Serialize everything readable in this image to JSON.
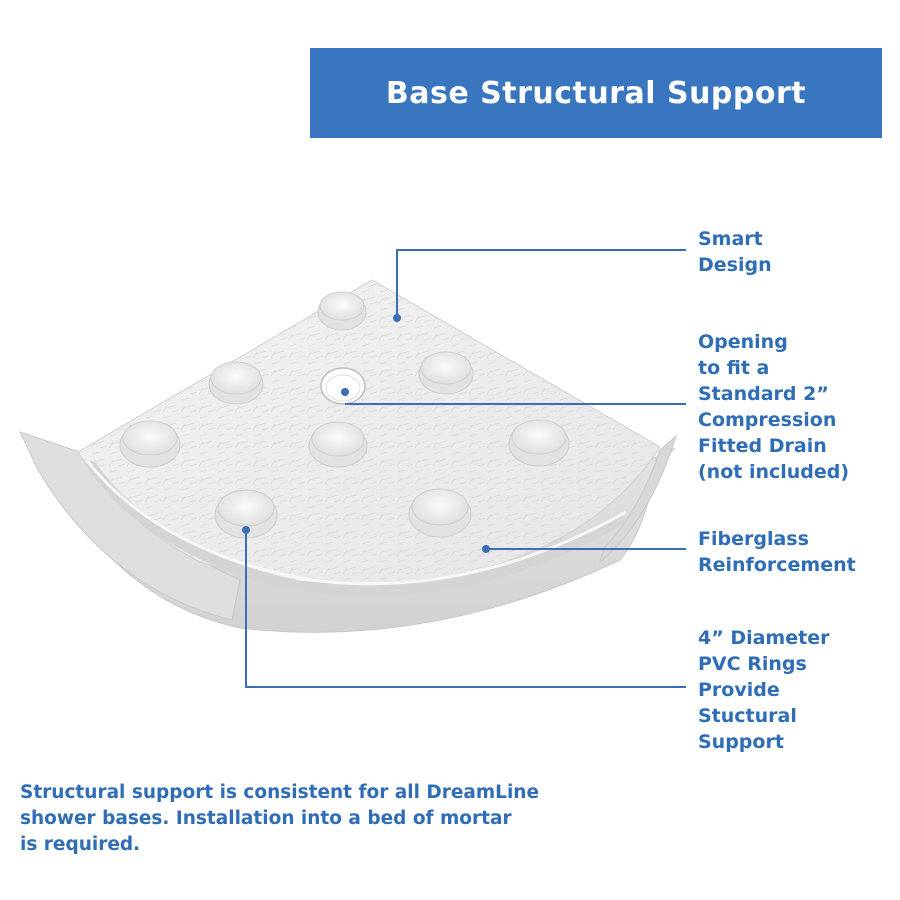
{
  "title": "Base Structural Support",
  "callouts": {
    "smart_design": [
      "Smart",
      "Design"
    ],
    "drain": [
      "Opening",
      "to fit a",
      "Standard 2”",
      "Compression",
      "Fitted Drain",
      "(not included)"
    ],
    "fiberglass": [
      "Fiberglass",
      "Reinforcement"
    ],
    "pvc_rings": [
      "4” Diameter",
      "PVC Rings",
      "Provide",
      "Stuctural",
      "Support"
    ]
  },
  "footer": [
    "Structural support is consistent for all DreamLine",
    "shower bases. Installation into a bed of mortar",
    "is required."
  ],
  "colors": {
    "accent": "#3a76bf",
    "text": "#2f6db6",
    "leader": "#3a6fb5",
    "base": "#ececec"
  }
}
